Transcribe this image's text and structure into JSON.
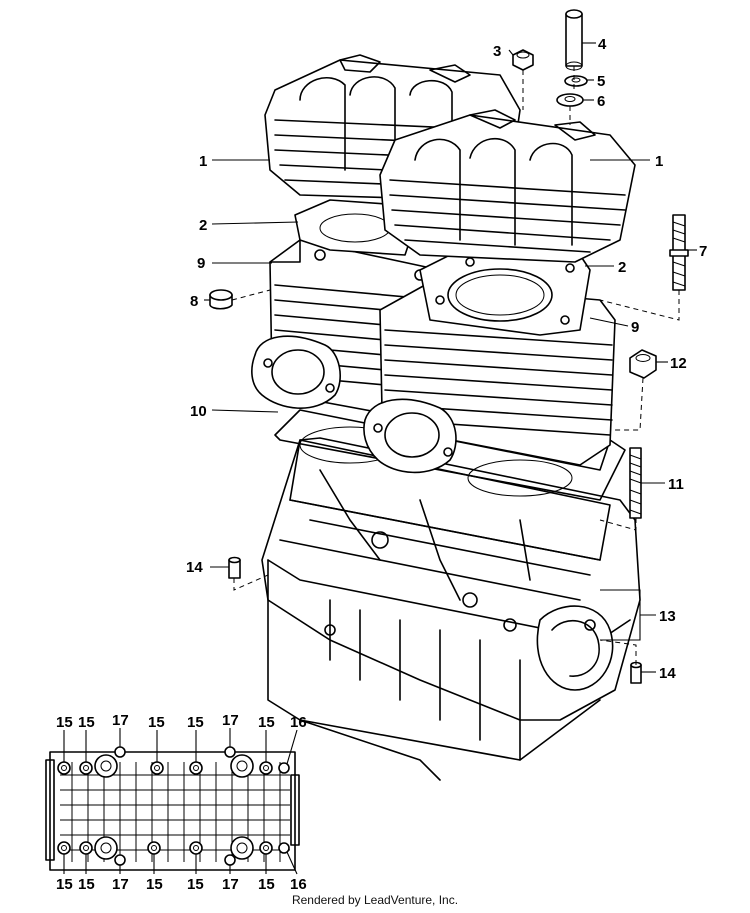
{
  "diagram": {
    "callouts": {
      "c1a": "1",
      "c1b": "1",
      "c2a": "2",
      "c2b": "2",
      "c3": "3",
      "c4": "4",
      "c5": "5",
      "c6": "6",
      "c7": "7",
      "c8": "8",
      "c9a": "9",
      "c9b": "9",
      "c10": "10",
      "c11": "11",
      "c12": "12",
      "c13": "13",
      "c14a": "14",
      "c14b": "14"
    },
    "bottom_view": {
      "top_labels": [
        "15",
        "15",
        "17",
        "15",
        "15",
        "17",
        "15",
        "16"
      ],
      "bottom_labels": [
        "15",
        "15",
        "17",
        "15",
        "15",
        "17",
        "15",
        "16"
      ]
    }
  },
  "footer": {
    "credit": "Rendered by LeadVenture, Inc."
  }
}
